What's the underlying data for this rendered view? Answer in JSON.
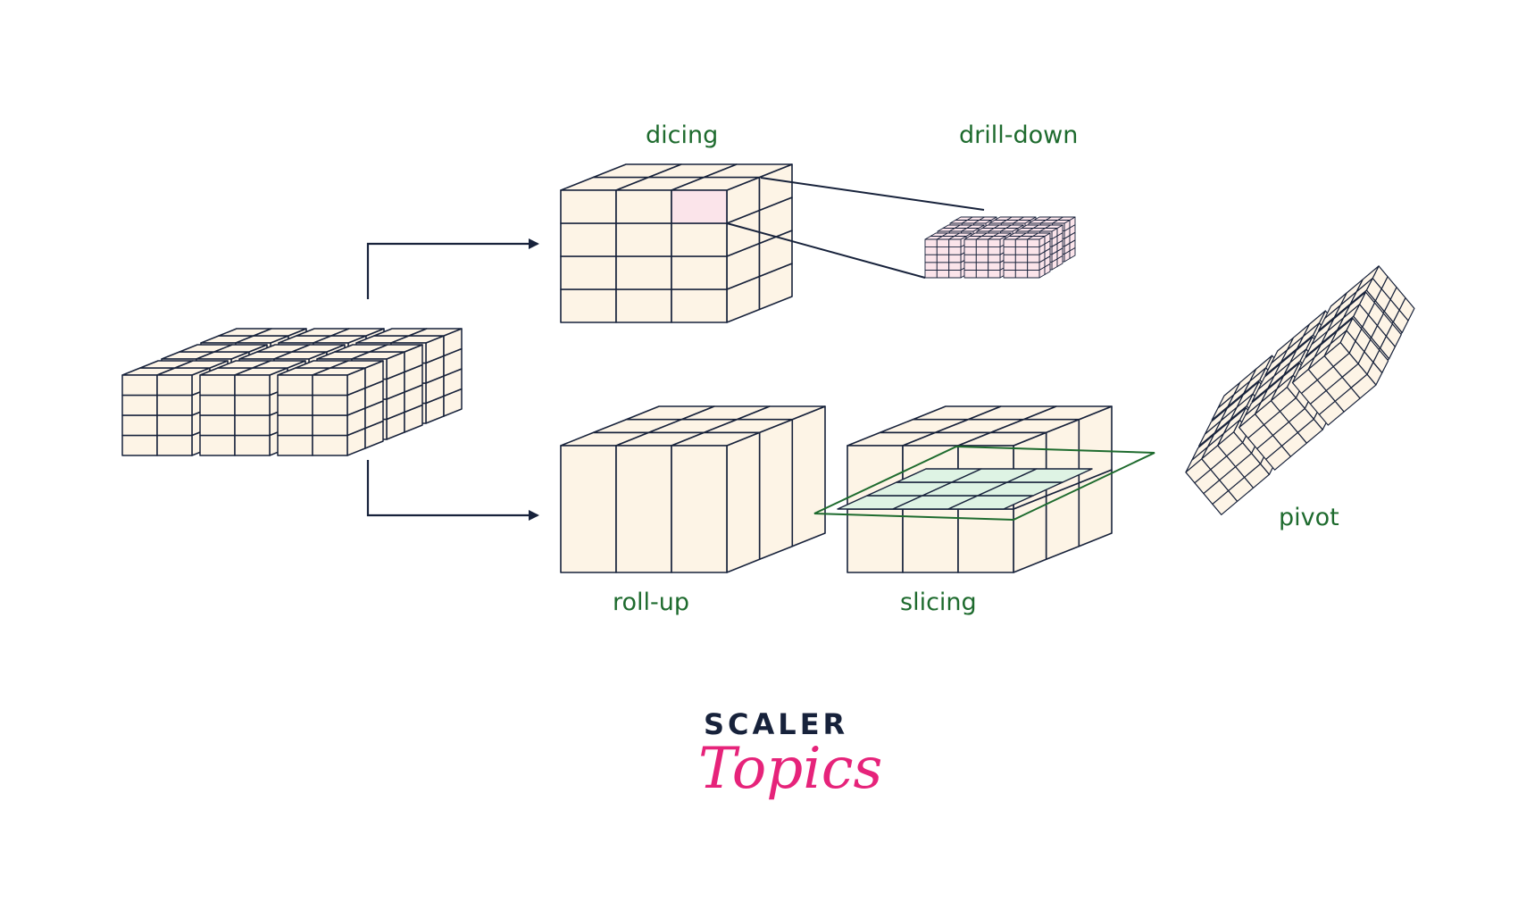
{
  "labels": {
    "dicing": "dicing",
    "drill_down": "drill-down",
    "roll_up": "roll-up",
    "slicing": "slicing",
    "pivot": "pivot"
  },
  "logo": {
    "line1": "SCALER",
    "line2": "Topics"
  },
  "colors": {
    "cell_fill": "#fdf4e6",
    "highlight_fill": "#fbe4ea",
    "slice_fill": "#def3e4",
    "stroke": "#17223b",
    "label": "#1e6b2e",
    "slice_plane": "#1e6b2e",
    "logo_dark": "#17223b",
    "logo_pink": "#e6237a"
  }
}
